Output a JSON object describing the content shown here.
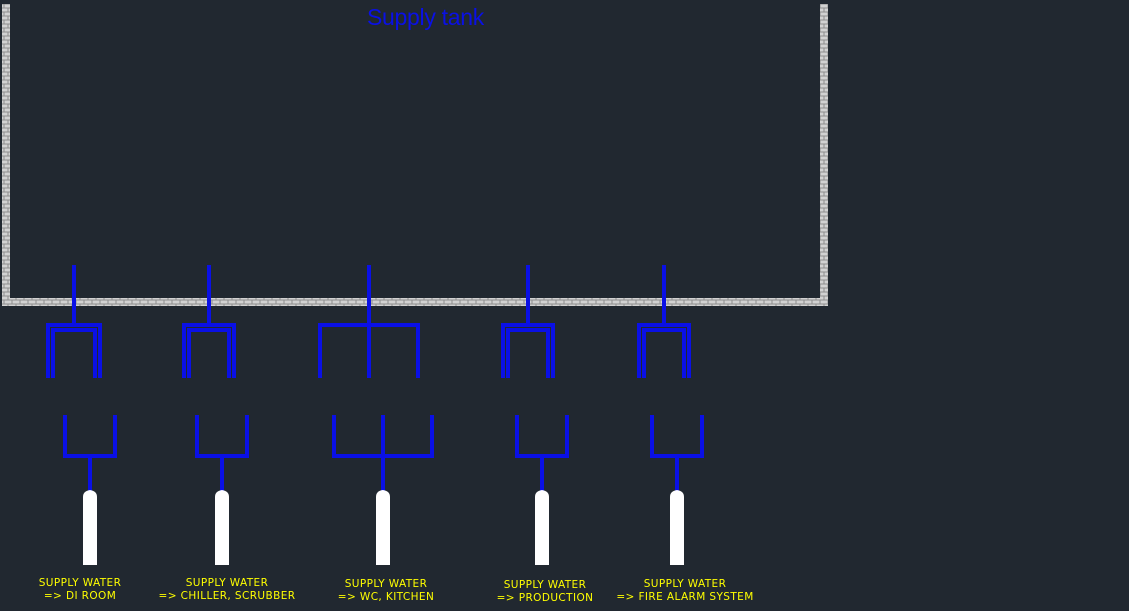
{
  "diagram": {
    "title": "Supply tank",
    "colors": {
      "background": "#212830",
      "pipe": "#0a10e6",
      "title": "#0a10e6",
      "label": "#ffff00",
      "wall": "#b4b4b4",
      "filter": "#ffffff"
    },
    "branches": [
      {
        "id": "di-room",
        "line1": "SUPPLY WATER",
        "line2": "=> DI ROOM",
        "outlets": 2
      },
      {
        "id": "chiller",
        "line1": "SUPPLY WATER",
        "line2": "=> CHILLER, SCRUBBER",
        "outlets": 2
      },
      {
        "id": "wc-kitchen",
        "line1": "SUPPLY WATER",
        "line2": "=> WC, KITCHEN",
        "outlets": 3
      },
      {
        "id": "production",
        "line1": "SUPPLY WATER",
        "line2": "=> PRODUCTION",
        "outlets": 2
      },
      {
        "id": "fire-alarm",
        "line1": "SUPPLY WATER",
        "line2": "=> FIRE ALARM SYSTEM",
        "outlets": 2
      }
    ]
  }
}
